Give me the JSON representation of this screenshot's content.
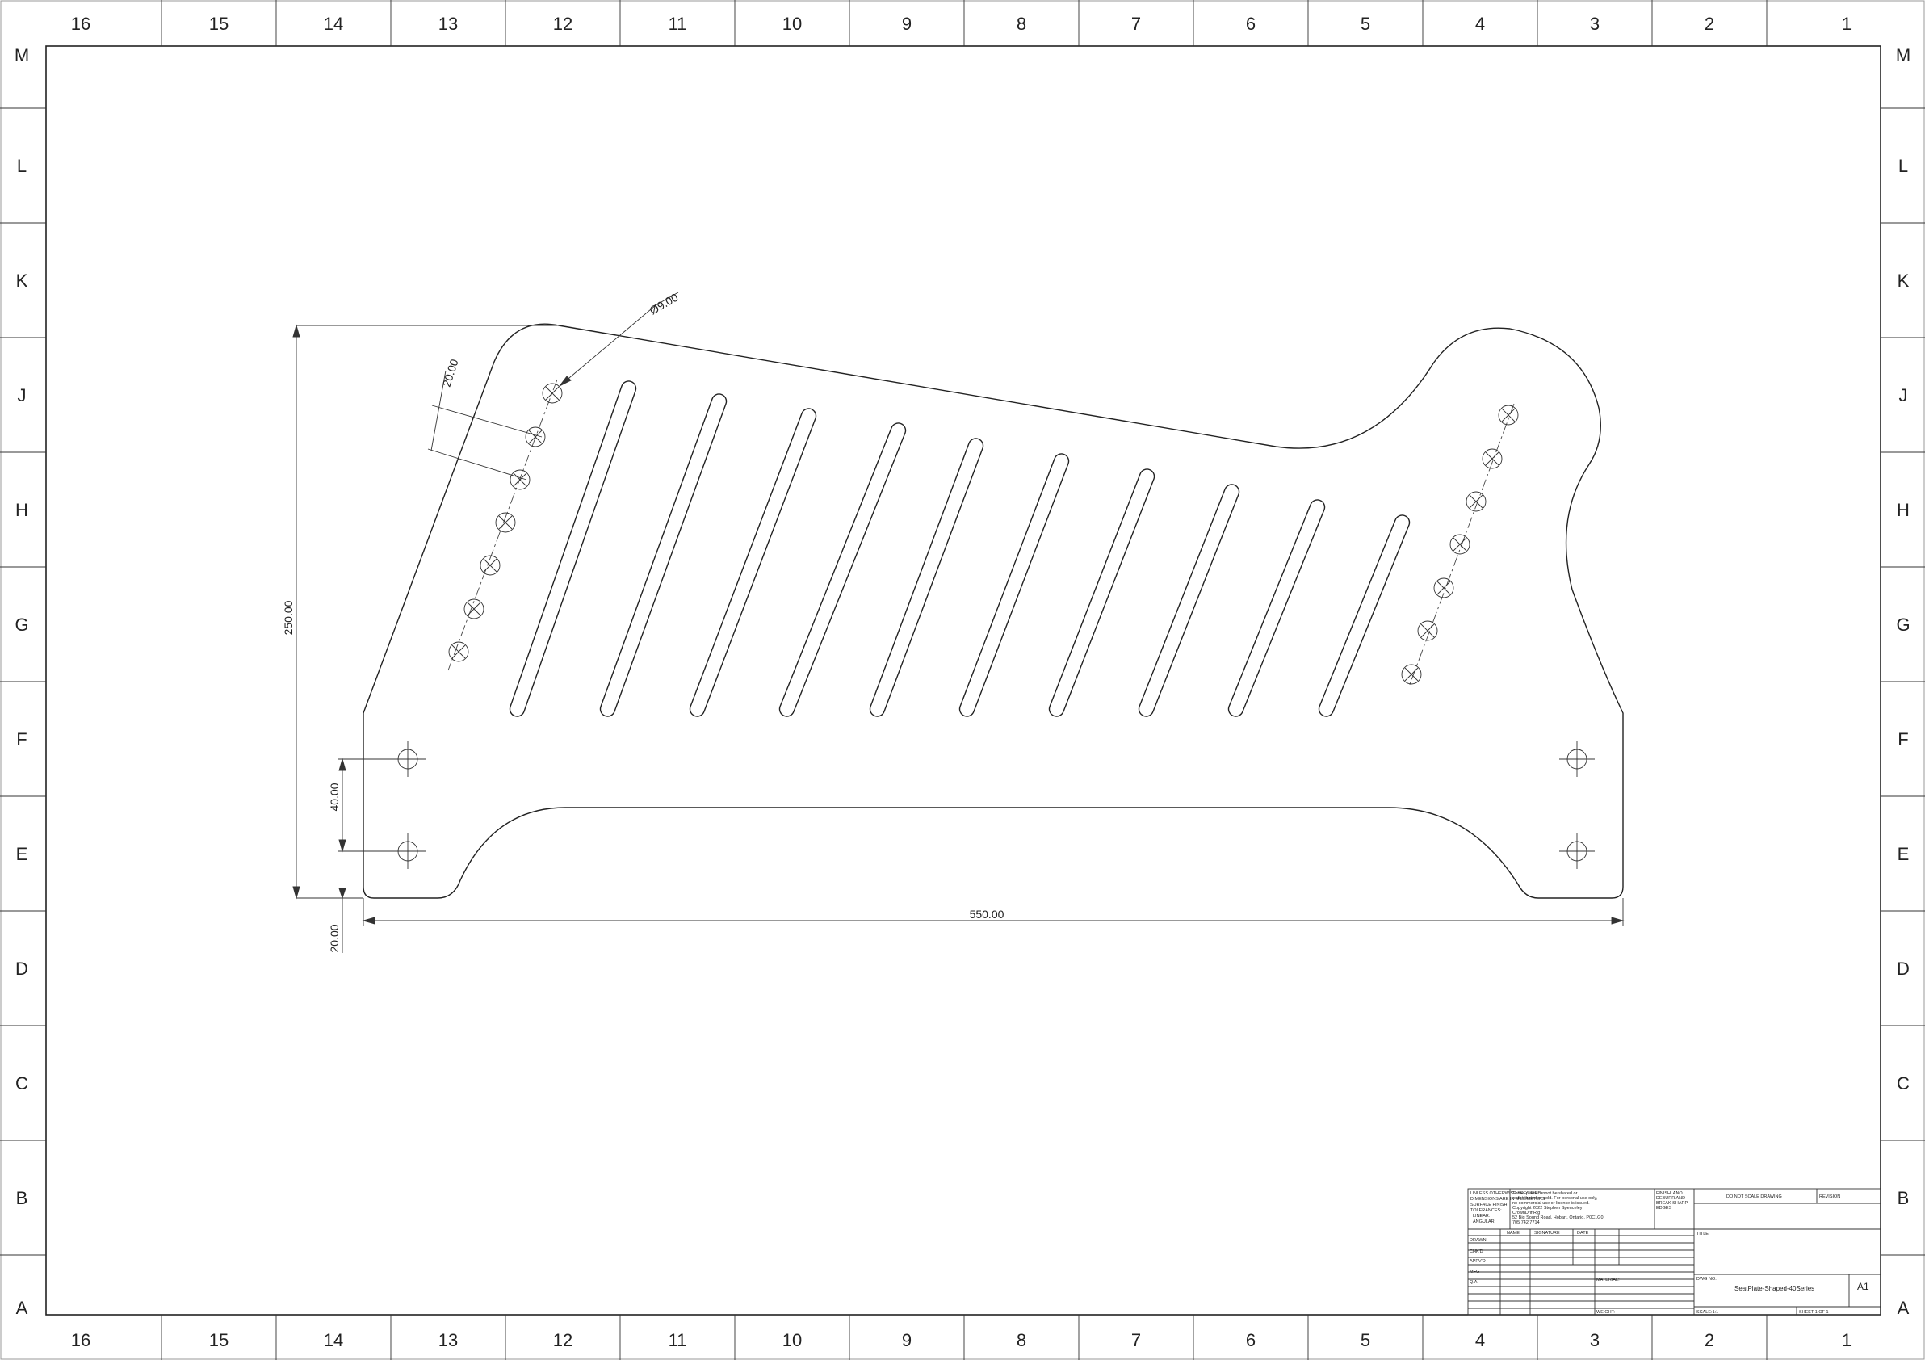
{
  "sheet": {
    "zones_columns": [
      "16",
      "15",
      "14",
      "13",
      "12",
      "11",
      "10",
      "9",
      "8",
      "7",
      "6",
      "5",
      "4",
      "3",
      "2",
      "1"
    ],
    "zones_rows": [
      "M",
      "L",
      "K",
      "J",
      "H",
      "G",
      "F",
      "E",
      "D",
      "C",
      "B",
      "A"
    ]
  },
  "dimensions": {
    "hole_diameter": "Ø9.00",
    "hole_pitch": "20.00",
    "overall_height": "250.00",
    "mount_hole_spacing": "40.00",
    "mount_hole_offset": "20.00",
    "overall_width": "550.00"
  },
  "title_block": {
    "tolerance_note": [
      "UNLESS OTHERWISE SPECIFIED:",
      "DIMENSIONS ARE IN MILLIMETERS",
      "SURFACE FINISH:",
      "TOLERANCES:",
      "LINEAR:",
      "ANGULAR:"
    ],
    "copyright_note": [
      "These plans cannot be shared or",
      "redistributed or sold. For personal use only,",
      "no commercial use or licence is issued.",
      "Copyright 2022 Stephen Spenceley",
      "CrownDriftRig",
      "52 Big Sound Road, Hobart, Ontario, P0C1G0",
      "705 742 7714"
    ],
    "finish_note": [
      "FINISH: ANO",
      "DEBURR AND",
      "BREAK SHARP",
      "EDGES"
    ],
    "do_not_scale": "DO NOT SCALE DRAWING",
    "revision_label": "REVISION",
    "col_name": "NAME",
    "col_signature": "SIGNATURE",
    "col_date": "DATE",
    "row_labels": [
      "DRAWN",
      "CHK'D",
      "APPV'D",
      "MFG",
      "Q.A"
    ],
    "title_label": "TITLE:",
    "material_label": "MATERIAL:",
    "weight_label": "WEIGHT:",
    "dwg_no_label": "DWG NO.",
    "drawing_number": "SeatPlate-Shaped-40Series",
    "size": "A1",
    "scale": "SCALE:1:1",
    "sheet_label": "SHEET 1 OF 1"
  }
}
